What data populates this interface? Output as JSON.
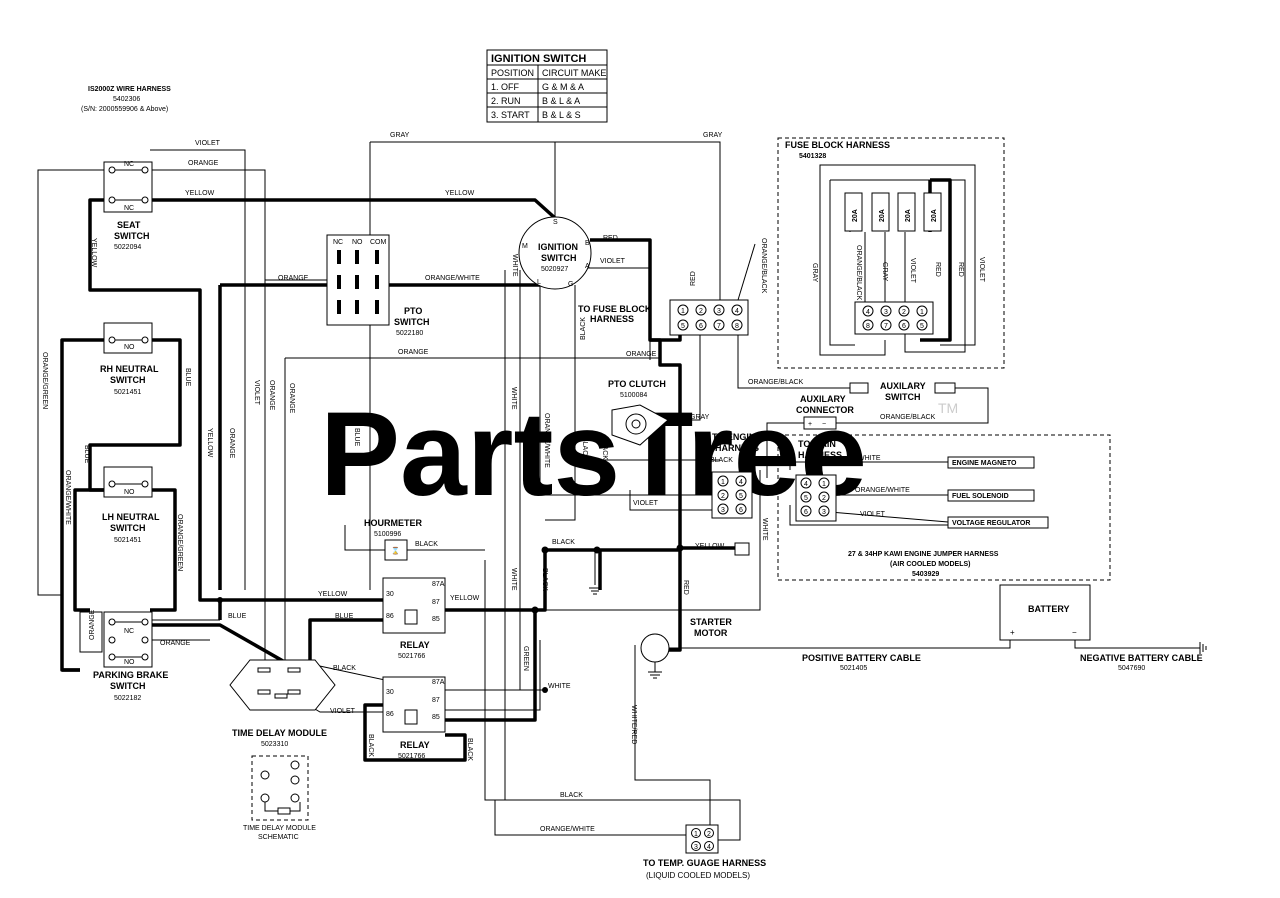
{
  "watermark": {
    "text": "PartsTree",
    "tm": "TM"
  },
  "ignition_table": {
    "title": "IGNITION SWITCH",
    "headers": [
      "POSITION",
      "CIRCUIT MAKE"
    ],
    "rows": [
      [
        "1. OFF",
        "G & M & A"
      ],
      [
        "2. RUN",
        "B & L & A"
      ],
      [
        "3. START",
        "B & L & S"
      ]
    ]
  },
  "harness": {
    "title": "IS2000Z WIRE HARNESS",
    "part": "5402306",
    "sn": "(S/N: 2000559906 & Above)"
  },
  "fuse_block": {
    "title": "FUSE BLOCK HARNESS",
    "part": "5401328",
    "fuses": [
      "20A",
      "20A",
      "20A",
      "20A"
    ],
    "pins_top": [
      "4",
      "3",
      "2",
      "1"
    ],
    "pins_bottom": [
      "8",
      "7",
      "6",
      "5"
    ]
  },
  "components": {
    "seat_switch": {
      "name": "SEAT",
      "name2": "SWITCH",
      "part": "5022094"
    },
    "ignition_switch": {
      "name": "IGNITION",
      "name2": "SWITCH",
      "part": "5020927"
    },
    "pto_switch": {
      "name": "PTO",
      "name2": "SWITCH",
      "part": "5022180"
    },
    "rh_neutral": {
      "name": "RH NEUTRAL",
      "name2": "SWITCH",
      "part": "5021451"
    },
    "lh_neutral": {
      "name": "LH NEUTRAL",
      "name2": "SWITCH",
      "part": "5021451"
    },
    "parking_brake": {
      "name": "PARKING BRAKE",
      "name2": "SWITCH",
      "part": "5022182"
    },
    "hourmeter": {
      "name": "HOURMETER",
      "part": "5100996"
    },
    "relay1": {
      "name": "RELAY",
      "part": "5021766"
    },
    "relay2": {
      "name": "RELAY",
      "part": "5021766"
    },
    "time_delay": {
      "name": "TIME DELAY MODULE",
      "part": "5023310"
    },
    "time_delay_schematic": {
      "name": "TIME DELAY MODULE",
      "name2": "SCHEMATIC"
    },
    "pto_clutch": {
      "name": "PTO CLUTCH",
      "part": "5100084"
    },
    "starter": {
      "name": "STARTER",
      "name2": "MOTOR"
    },
    "battery": {
      "name": "BATTERY",
      "plus": "+",
      "minus": "−"
    },
    "aux_connector": {
      "name": "AUXILARY",
      "name2": "CONNECTOR"
    },
    "aux_switch": {
      "name": "AUXILARY",
      "name2": "SWITCH"
    }
  },
  "labels": {
    "to_fuse_block": "TO FUSE BLOCK",
    "harness_word": "HARNESS",
    "to_engine": "TO ENGINE",
    "to_main": "TO MAIN",
    "engine_magneto": "ENGINE MAGNETO",
    "fuel_solenoid": "FUEL SOLENOID",
    "voltage_regulator": "VOLTAGE REGULATOR",
    "jumper1": "27 & 34HP KAWI ENGINE JUMPER HARNESS",
    "jumper2": "(AIR COOLED MODELS)",
    "jumper3": "5403929",
    "pos_cable": "POSITIVE BATTERY CABLE",
    "pos_cable_part": "5021405",
    "neg_cable": "NEGATIVE BATTERY CABLE",
    "neg_cable_part": "5047690",
    "temp_gauge": "TO TEMP. GUAGE HARNESS",
    "temp_gauge2": "(LIQUID COOLED MODELS)"
  },
  "switch_terminals": {
    "nc": "NC",
    "no": "NO",
    "com": "COM"
  },
  "ign_terminals": {
    "s": "S",
    "b": "B",
    "m": "M",
    "a": "A",
    "l": "L",
    "g": "G"
  },
  "relay_pins": {
    "p30": "30",
    "p87a": "87A",
    "p87": "87",
    "p86": "86",
    "p85": "85"
  },
  "connector_pins": {
    "c1": "1",
    "c2": "2",
    "c3": "3",
    "c4": "4",
    "c5": "5",
    "c6": "6",
    "c7": "7",
    "c8": "8"
  },
  "wire_labels": {
    "violet": "VIOLET",
    "orange": "ORANGE",
    "yellow": "YELLOW",
    "gray": "GRAY",
    "red": "RED",
    "white": "WHITE",
    "blue": "BLUE",
    "black": "BLACK",
    "green": "GREEN",
    "orange_white": "ORANGE/WHITE",
    "orange_black": "ORANGE/BLACK",
    "orange_green": "ORANGE/GREEN",
    "white_red": "WHITE/RED"
  }
}
